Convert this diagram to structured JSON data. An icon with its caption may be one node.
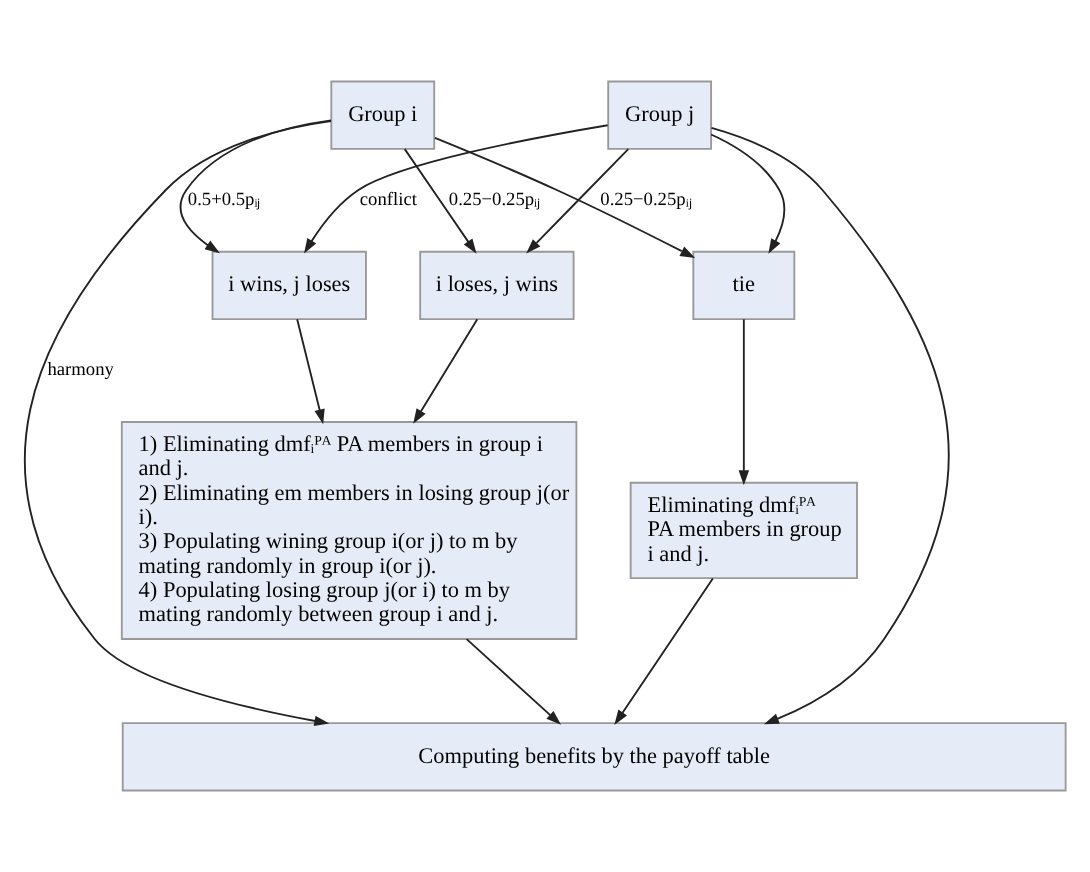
{
  "diagram": {
    "nodes": [
      {
        "text": [
          "Group i"
        ]
      },
      {
        "text": [
          "Group j"
        ]
      },
      {
        "text": [
          "i wins, j loses"
        ]
      },
      {
        "text": [
          "i loses, j wins"
        ]
      },
      {
        "text": [
          "tie"
        ]
      },
      {
        "text": [
          "1) Eliminating dmfᵢᴾᴬ PA members in group i and j.",
          "2) Eliminating em members in losing group j(or i).",
          "3) Populating wining group i(or j) to m by mating randomly in group i(or j).",
          "4) Populating losing group j(or i) to m by mating randomly between group i and j."
        ]
      },
      {
        "text": [
          "Eliminating dmfᵢᴾᴬ PA members in group i and j."
        ]
      },
      {
        "text": [
          "Computing benefits by the payoff table"
        ]
      }
    ],
    "edges": [
      {
        "from": 0,
        "to": 7,
        "arrow": "to",
        "label": "harmony"
      },
      {
        "from": 1,
        "to": 7,
        "arrow": "to"
      },
      {
        "from": 0,
        "to": 2,
        "arrow": "to",
        "label": "0.5+0.5pᵢⱼ"
      },
      {
        "from": 0,
        "to": 3,
        "arrow": "to",
        "label": "0.25−0.25pᵢⱼ"
      },
      {
        "from": 0,
        "to": 4,
        "arrow": "to",
        "label": "0.25−0.25pᵢⱼ"
      },
      {
        "from": 1,
        "to": 2,
        "arrow": "to",
        "label": "conflict"
      },
      {
        "from": 1,
        "to": 3,
        "arrow": "to"
      },
      {
        "from": 1,
        "to": 4,
        "arrow": "to"
      },
      {
        "from": 2,
        "to": 5,
        "arrow": "to"
      },
      {
        "from": 3,
        "to": 5,
        "arrow": "to"
      },
      {
        "from": 4,
        "to": 6,
        "arrow": "to"
      },
      {
        "from": 5,
        "to": 7,
        "arrow": "to"
      },
      {
        "from": 6,
        "to": 7,
        "arrow": "to"
      }
    ]
  }
}
